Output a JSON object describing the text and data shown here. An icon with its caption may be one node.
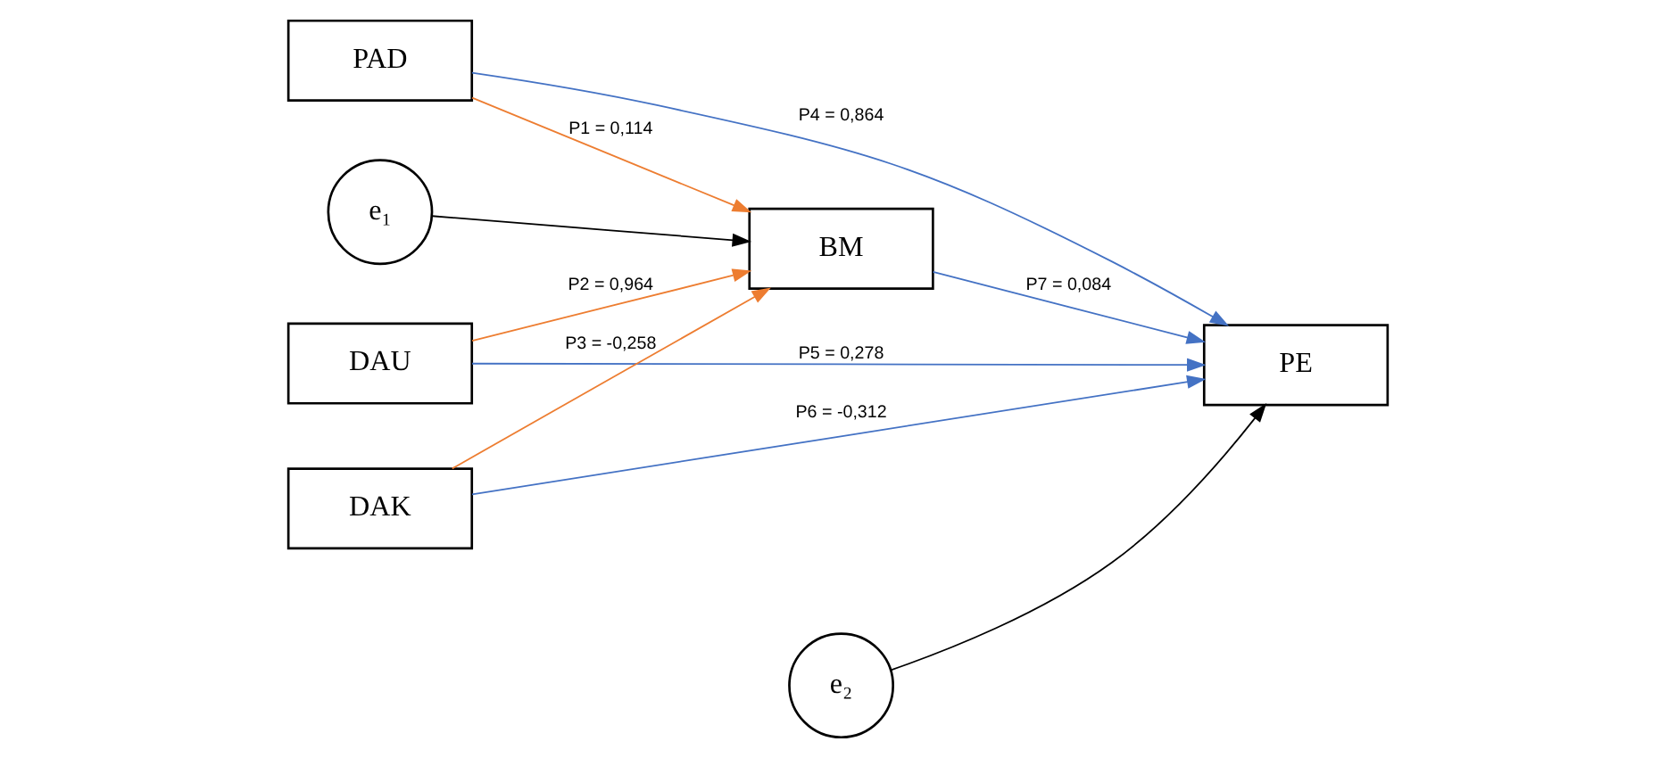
{
  "diagram": {
    "nodes": [
      {
        "text": [
          "PAD"
        ]
      },
      {
        "text": [
          "DAU"
        ]
      },
      {
        "text": [
          "DAK"
        ]
      },
      {
        "text": [
          "BM"
        ]
      },
      {
        "text": [
          "PE"
        ]
      },
      {
        "text": [
          "e₁"
        ]
      },
      {
        "text": [
          "e₂"
        ]
      }
    ],
    "edges": [
      {
        "from": 0,
        "to": 3,
        "arrow": "to",
        "label": "P1 = 0,114",
        "color": "#ed7d31"
      },
      {
        "from": 1,
        "to": 3,
        "arrow": "to",
        "label": "P2 = 0,964",
        "color": "#ed7d31"
      },
      {
        "from": 2,
        "to": 3,
        "arrow": "to",
        "label": "P3 = -0,258",
        "color": "#ed7d31"
      },
      {
        "from": 0,
        "to": 4,
        "arrow": "to",
        "label": "P4 = 0,864",
        "color": "#4472c4"
      },
      {
        "from": 1,
        "to": 4,
        "arrow": "to",
        "label": "P5 = 0,278",
        "color": "#4472c4"
      },
      {
        "from": 2,
        "to": 4,
        "arrow": "to",
        "label": "P6 = -0,312",
        "color": "#4472c4"
      },
      {
        "from": 3,
        "to": 4,
        "arrow": "to",
        "label": "P7 = 0,084",
        "color": "#4472c4"
      },
      {
        "from": 5,
        "to": 3,
        "arrow": "to",
        "color": "#000000"
      },
      {
        "from": 6,
        "to": 4,
        "arrow": "to",
        "color": "#000000"
      }
    ]
  }
}
